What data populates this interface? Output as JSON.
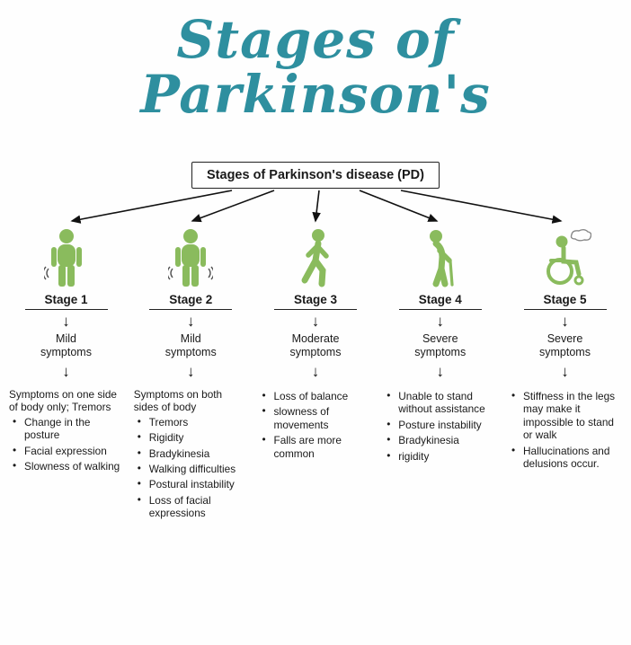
{
  "title": "Stages of Parkinson's",
  "header_box": {
    "label": "Stages of Parkinson's disease (PD)"
  },
  "down_arrow": "↓",
  "colors": {
    "title_teal": "#2e8f9f",
    "figure_green": "#8abb5d"
  },
  "icons": [
    "person-standing-tremor-left-icon",
    "person-standing-tremor-both-icon",
    "person-walking-icon",
    "person-with-cane-icon",
    "person-wheelchair-icon"
  ],
  "stages": [
    {
      "label": "Stage 1",
      "severity": "Mild symptoms",
      "intro": "Symptoms on one side of body only; Tremors",
      "bullets": [
        "Change in the posture",
        "Facial expression",
        "Slowness of walking"
      ]
    },
    {
      "label": "Stage 2",
      "severity": "Mild symptoms",
      "intro": "Symptoms on both sides of body",
      "bullets": [
        "Tremors",
        "Rigidity",
        "Bradykinesia",
        "Walking difficulties",
        "Postural instability",
        "Loss of facial expressions"
      ]
    },
    {
      "label": "Stage 3",
      "severity": "Moderate symptoms",
      "intro": "",
      "bullets": [
        "Loss of balance",
        "slowness of movements",
        "Falls are more common"
      ]
    },
    {
      "label": "Stage 4",
      "severity": "Severe symptoms",
      "intro": "",
      "bullets": [
        "Unable to stand without assistance",
        "Posture instability",
        "Bradykinesia",
        "rigidity"
      ]
    },
    {
      "label": "Stage 5",
      "severity": "Severe symptoms",
      "intro": "",
      "bullets": [
        "Stiffness in the legs may make it impossible to stand or walk",
        "Hallucinations and delusions occur."
      ]
    }
  ]
}
